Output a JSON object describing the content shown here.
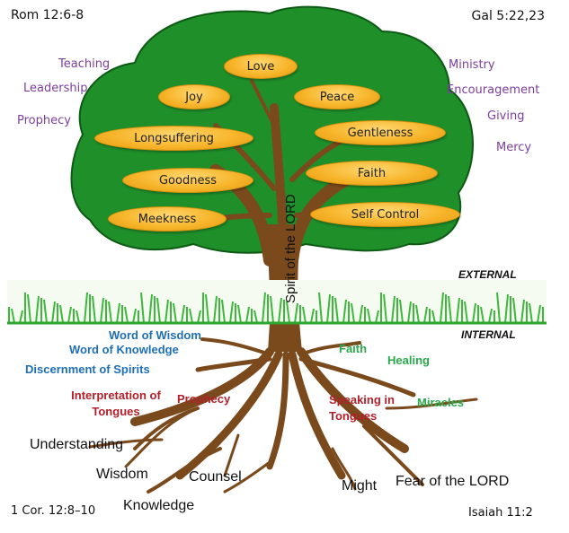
{
  "corners": {
    "top_left": "Rom 12:6-8",
    "top_right": "Gal 5:22,23",
    "bottom_left": "1 Cor. 12:8–10",
    "bottom_right": "Isaiah 11:2"
  },
  "motivational_gifts": {
    "left": [
      "Teaching",
      "Leadership",
      "Prophecy"
    ],
    "right": [
      "Ministry",
      "Encouragement",
      "Giving",
      "Mercy"
    ]
  },
  "fruits": [
    "Love",
    "Joy",
    "Peace",
    "Longsuffering",
    "Gentleness",
    "Goodness",
    "Faith",
    "Meekness",
    "Self Control"
  ],
  "trunk_label": "Spirit of the LORD",
  "layers": {
    "external": "EXTERNAL",
    "internal": "INTERNAL"
  },
  "spiritual_gifts": {
    "revelation": [
      "Word of Wisdom",
      "Word of Knowledge",
      "Discernment of Spirits"
    ],
    "power": [
      "Faith",
      "Healing",
      "Miracles"
    ],
    "vocal": [
      "Interpretation of Tongues",
      "Prophecy",
      "Speaking in Tongues"
    ]
  },
  "seven_spirits": [
    "Understanding",
    "Wisdom",
    "Counsel",
    "Knowledge",
    "Might",
    "Fear of the LORD"
  ],
  "colors": {
    "foliage": "#1f8f2a",
    "fruit": "#f7b52b",
    "trunk": "#7a4a1c",
    "grass": "#3db83d",
    "purple_text": "#7b3f9e",
    "blue_text": "#1f6fb5",
    "green_text": "#2aa84a",
    "red_text": "#b3202a"
  }
}
